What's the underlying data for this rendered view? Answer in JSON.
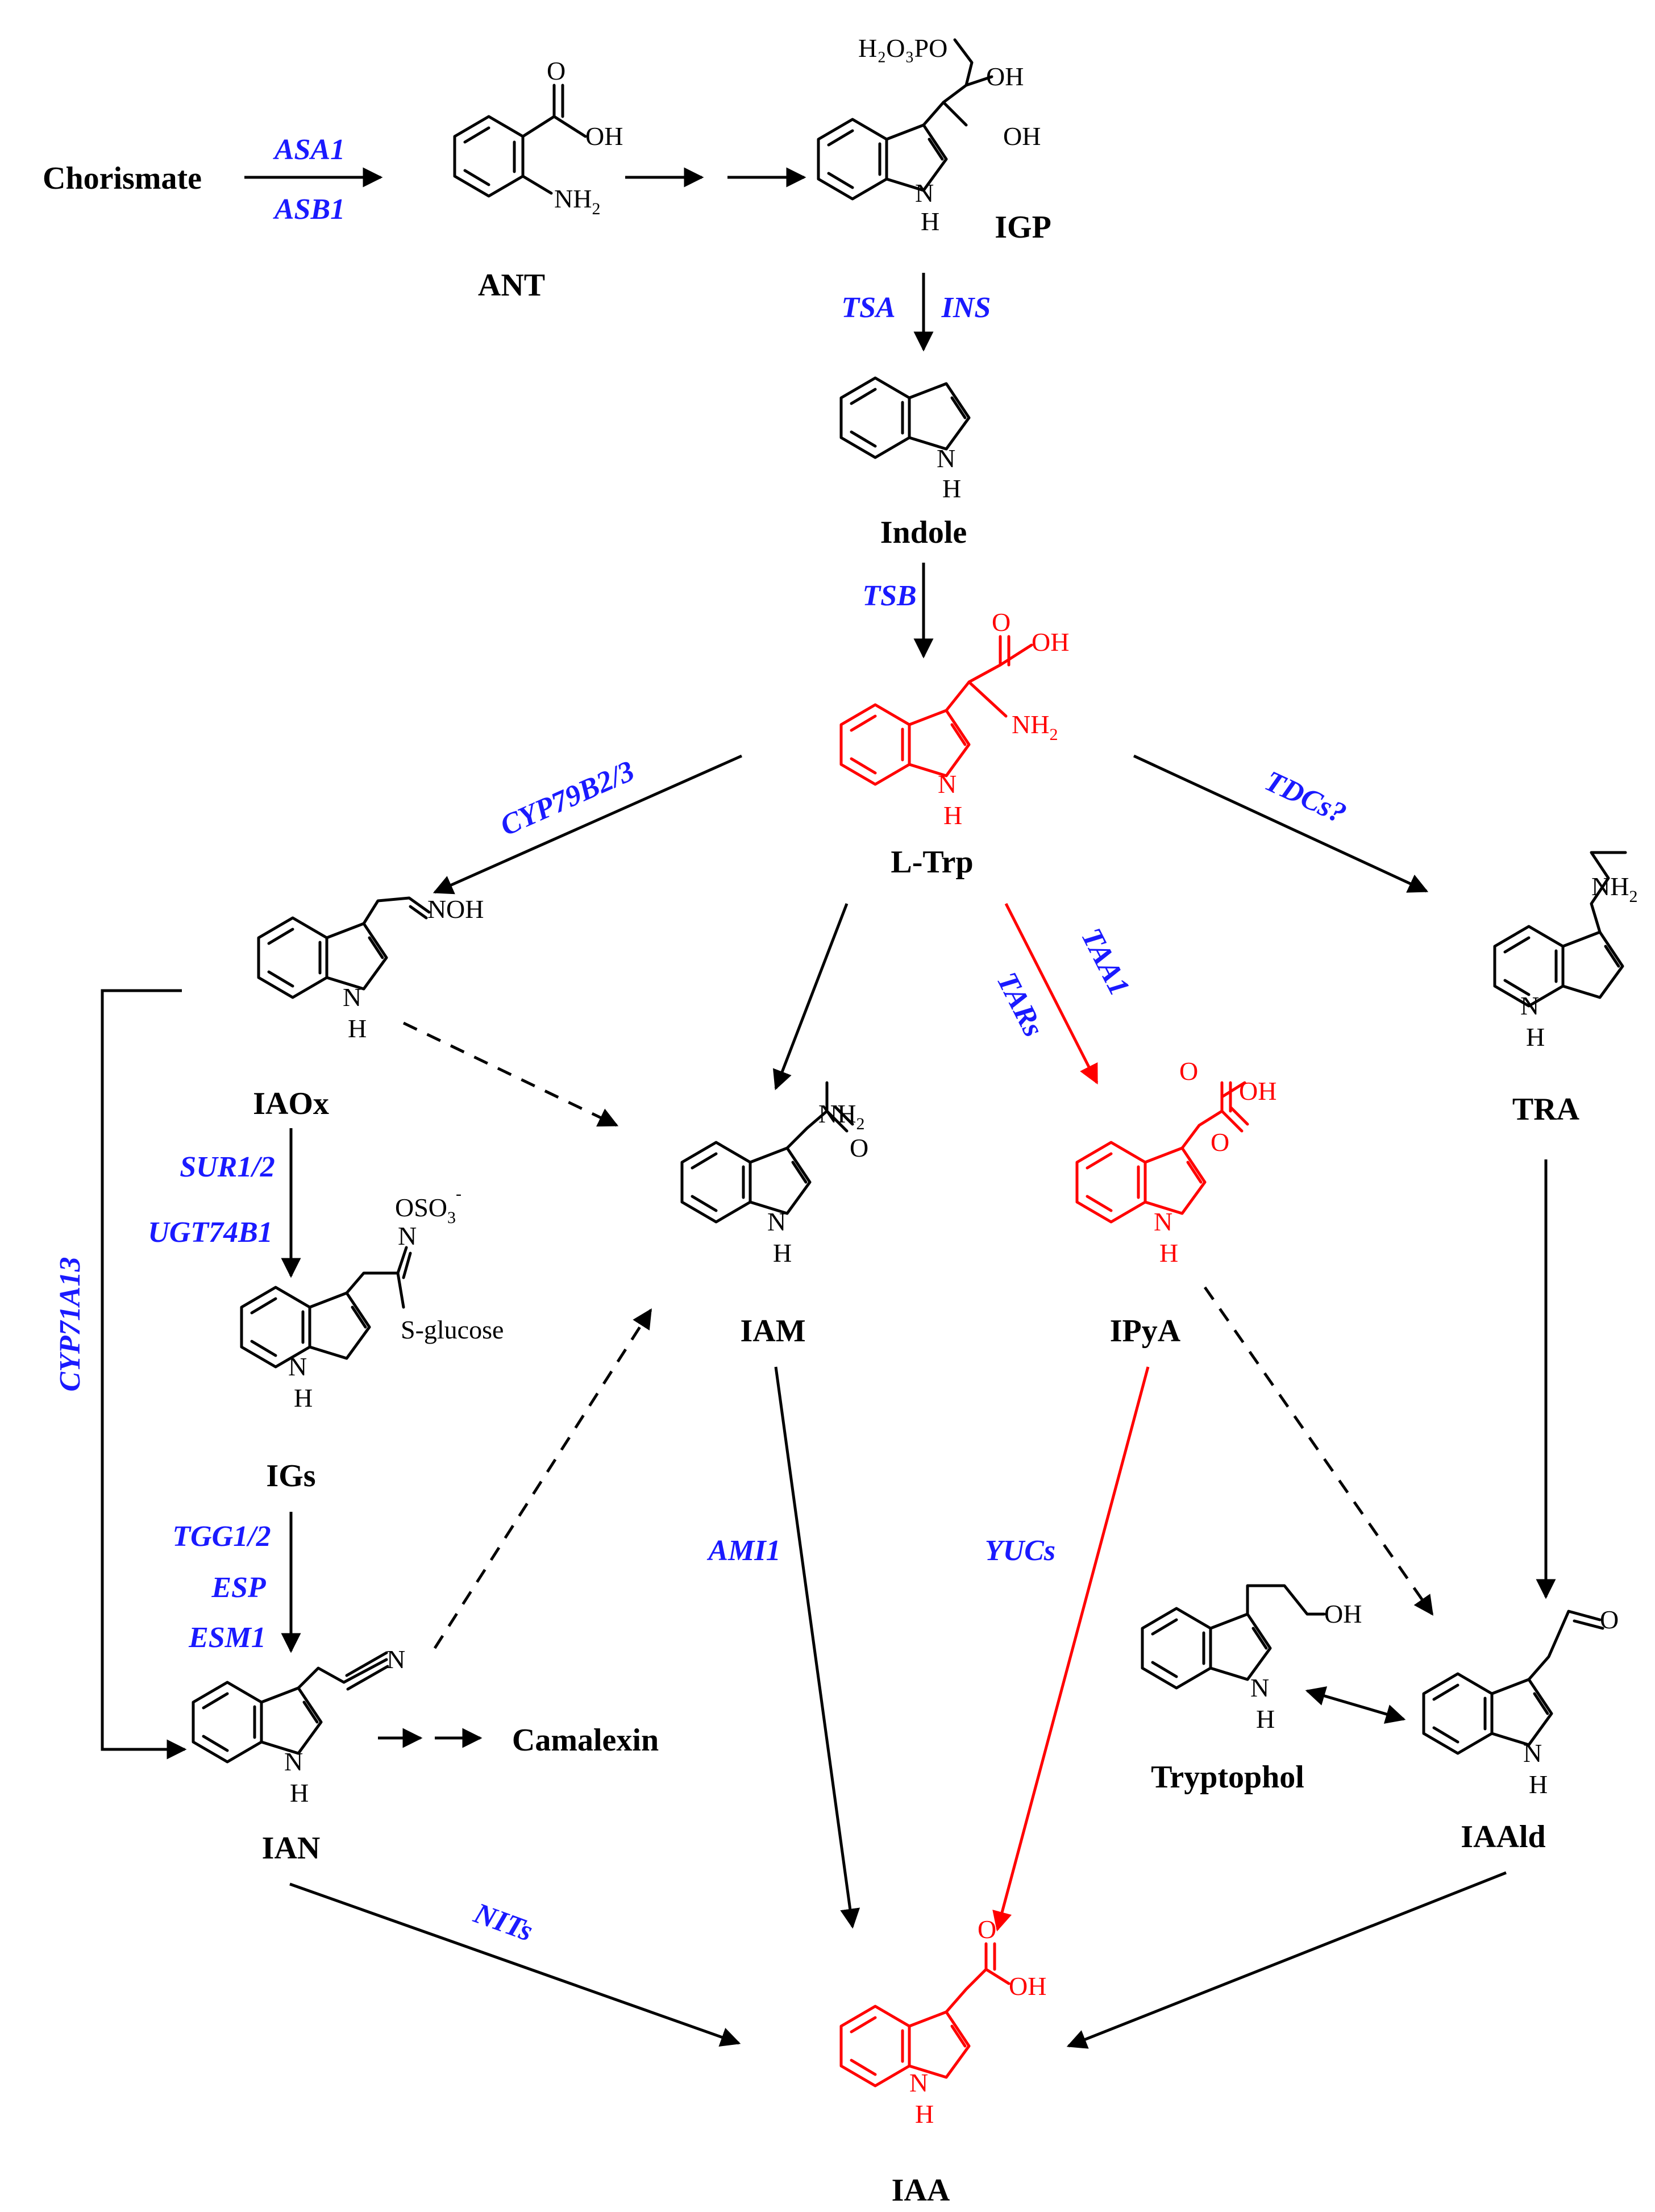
{
  "compounds": {
    "chorismate": "Chorismate",
    "ant": "ANT",
    "igp": "IGP",
    "indole": "Indole",
    "ltrp": "L-Trp",
    "iaox": "IAOx",
    "iam": "IAM",
    "ipya": "IPyA",
    "tra": "TRA",
    "igs": "IGs",
    "ian": "IAN",
    "camalexin": "Camalexin",
    "tryptophol": "Tryptophol",
    "iaald": "IAAld",
    "iaa": "IAA"
  },
  "enzymes": {
    "asa1": "ASA1",
    "asb1": "ASB1",
    "tsa": "TSA",
    "ins": "INS",
    "tsb": "TSB",
    "cyp79b2": "CYP79B2/3",
    "tdcs": "TDCs?",
    "taa1": "TAA1",
    "tars": "TARs",
    "sur": "SUR1/2",
    "ugt": "UGT74B1",
    "cyp71a13": "CYP71A13",
    "tgg": "TGG1/2",
    "esp": "ESP",
    "esm1": "ESM1",
    "ami1": "AMI1",
    "yucs": "YUCs",
    "nits": "NITs"
  },
  "atoms": {
    "o": "O",
    "oh": "OH",
    "nh": "NH",
    "n": "N",
    "h": "H",
    "h2o3po": "H₂O₃PO",
    "osoo3": "OSO",
    "sglucose": "S-glucose",
    "sub2": "2",
    "sub3": "3",
    "minus": "-"
  },
  "colors": {
    "enzyme": "#1a1aff",
    "highlight": "#ff0000",
    "default": "#000000"
  }
}
